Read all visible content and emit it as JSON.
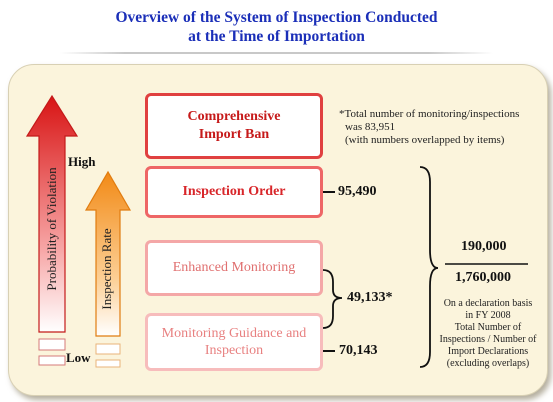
{
  "title": {
    "line1": "Overview of the System of Inspection Conducted",
    "line2": "at the Time of Importation"
  },
  "scale": {
    "high_label": "High",
    "low_label": "Low",
    "arrow_left_label": "Probability of Violation",
    "arrow_right_label": "Inspection Rate"
  },
  "boxes": {
    "comprehensive_line1": "Comprehensive",
    "comprehensive_line2": "Import Ban",
    "inspection_order": "Inspection Order",
    "enhanced_monitoring": "Enhanced Monitoring",
    "monitoring_guidance_line1": "Monitoring Guidance and",
    "monitoring_guidance_line2": "Inspection"
  },
  "note": {
    "line1": "*Total number of monitoring/inspections",
    "line2": "was 83,951",
    "line3": "(with numbers overlapped by items)"
  },
  "numbers": {
    "inspection_order": "95,490",
    "enhanced_combined": "49,133*",
    "monitoring_guidance": "70,143",
    "numerator": "190,000",
    "denominator": "1,760,000"
  },
  "summary": {
    "line1": "On a declaration basis",
    "line2": "in FY 2008",
    "line3": "Total Number of",
    "line4": "Inspections / Number of",
    "line5": "Import Declarations",
    "line6": "(excluding overlaps)"
  },
  "colors": {
    "title": "#1b2fb8",
    "red_arrow": "#e02020",
    "orange_arrow": "#f59a2a",
    "panel": "#fbf4dc"
  }
}
